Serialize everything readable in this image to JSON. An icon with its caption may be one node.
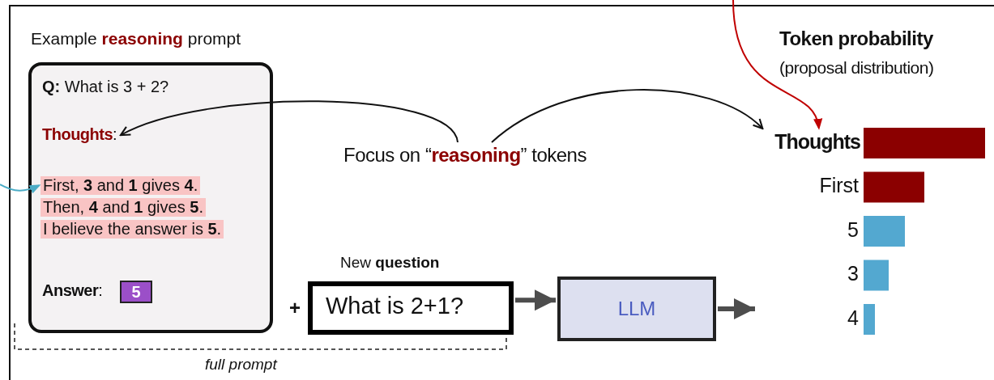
{
  "diagram": {
    "nodes": [
      {
        "text": [
          "Example **reasoning** prompt",
          "**Q:** What is 3 + 2?",
          "**Answer**:"
        ]
      },
      {
        "text": [
          "**Thoughts**:"
        ],
        "in": 0
      },
      {
        "text": [
          "First, **3** and **1** gives **4**.",
          "Then, **4** and **1** gives **5**.",
          "I believe the answer is **5**."
        ],
        "in": 0
      },
      {
        "text": [
          "5"
        ],
        "in": 0
      },
      {
        "text": [
          "Focus on “**reasoning**” tokens"
        ]
      },
      {
        "text": [
          "New **question**",
          "What is 2+1?"
        ]
      },
      {
        "text": [
          "LLM"
        ]
      },
      {
        "text": [
          "Thoughts"
        ],
        "in": 8
      },
      {
        "text": [
          "Token probability",
          "(proposal distribution)"
        ]
      }
    ],
    "edges": [
      {
        "from": null,
        "to": 2,
        "arrow": "to",
        "color": "#4bacc6"
      },
      {
        "from": 4,
        "to": 1,
        "arrow": "to"
      },
      {
        "from": 4,
        "to": 7,
        "arrow": "to"
      },
      {
        "from": null,
        "to": 7,
        "arrow": "to",
        "color": "#c00000"
      },
      {
        "from": 5,
        "to": 6,
        "arrow": "to",
        "style": "thick",
        "color": "#4d4d4d"
      },
      {
        "from": 6,
        "to": 8,
        "arrow": "to",
        "style": "thick",
        "color": "#4d4d4d"
      }
    ],
    "labels": [
      "First",
      "5",
      "3",
      "4",
      "+",
      "full prompt"
    ]
  }
}
